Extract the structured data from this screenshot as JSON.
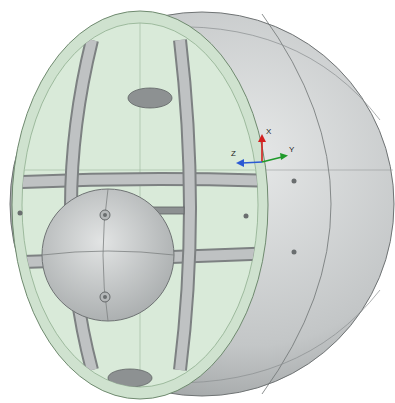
{
  "diagram": {
    "labels": [
      "X",
      "Y",
      "Z"
    ]
  }
}
